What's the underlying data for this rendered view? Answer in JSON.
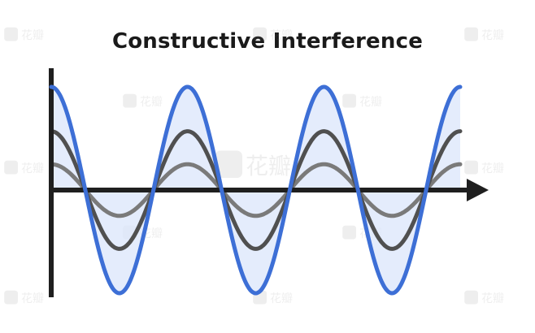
{
  "title": "Constructive Interference",
  "colors": {
    "resultant_wave": "#3d6fd6",
    "resultant_fill": "#dbe6fb",
    "wave_a": "#505050",
    "wave_b": "#7a7a7a",
    "axis": "#1f1f1f",
    "background": "#ffffff"
  },
  "diagram": {
    "waves": [
      {
        "id": "resultant",
        "relative_amplitude": 1.0
      },
      {
        "id": "wave-a",
        "relative_amplitude": 0.57
      },
      {
        "id": "wave-b",
        "relative_amplitude": 0.25
      }
    ],
    "cycles_shown": 3,
    "phase": "in-phase"
  },
  "watermark": {
    "text": "花瓣"
  }
}
